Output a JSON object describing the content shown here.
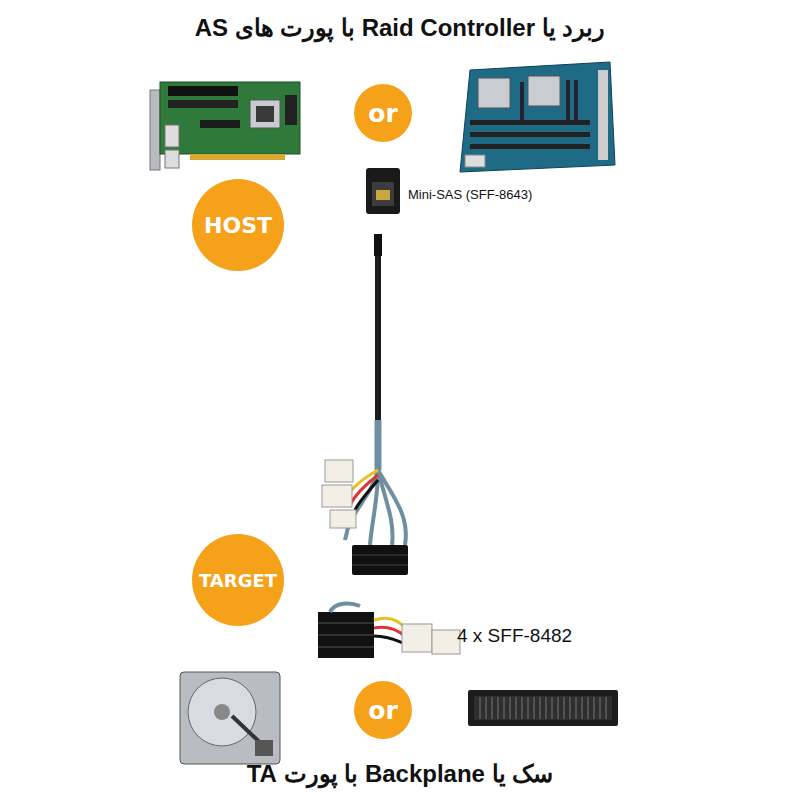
{
  "diagram": {
    "title": "ربرد یا Raid Controller با پورت های AS",
    "caption": "سک یا Backplane با پورت TA",
    "nodes": [
      {
        "text": [
          "or"
        ]
      },
      {
        "text": [
          "HOST"
        ]
      },
      {
        "text": [
          "TARGET"
        ]
      },
      {
        "text": [
          "or"
        ]
      }
    ],
    "labels": [
      "Mini-SAS (SFF-8643)",
      "4 x SFF-8482"
    ]
  }
}
